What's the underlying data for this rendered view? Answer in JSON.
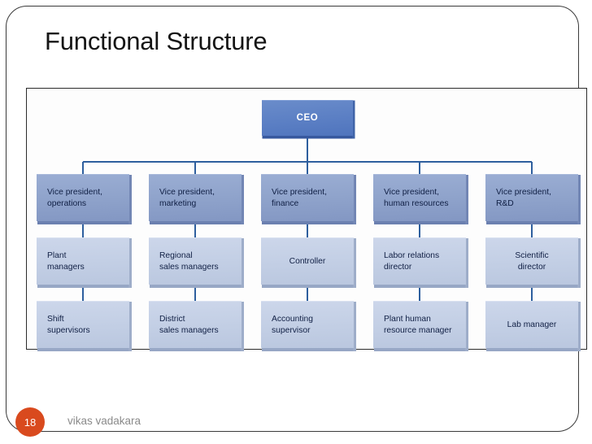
{
  "slide": {
    "title": "Functional Structure"
  },
  "footer": {
    "slide_number": "18",
    "author": "vikas vadakara",
    "badge_color": "#d94a1e",
    "author_color": "#8a8a8a"
  },
  "colors": {
    "ceo_box": "#5b7fc4",
    "vp_box": "#8fa3cb",
    "sub_box": "#c3cfe5",
    "connector_line": "#2e5f9e",
    "box_text_dark": "#101f44",
    "box_text_light": "#ffffff",
    "frame_border": "#2b2b2b"
  },
  "chart_data": {
    "type": "diagram",
    "title": "Functional Structure",
    "orientation": "top-down",
    "levels": 4,
    "root": {
      "id": "ceo",
      "label": "CEO",
      "level": 1,
      "align": "center"
    },
    "columns": [
      {
        "id": "operations",
        "nodes": [
          {
            "id": "vp-operations",
            "label": "Vice president,\noperations",
            "level": 2,
            "align": "left"
          },
          {
            "id": "plant-managers",
            "label": "Plant\nmanagers",
            "level": 3,
            "align": "left"
          },
          {
            "id": "shift-supervisors",
            "label": "Shift\nsupervisors",
            "level": 4,
            "align": "left"
          }
        ]
      },
      {
        "id": "marketing",
        "nodes": [
          {
            "id": "vp-marketing",
            "label": "Vice president,\nmarketing",
            "level": 2,
            "align": "left"
          },
          {
            "id": "regional-sales-managers",
            "label": "Regional\nsales managers",
            "level": 3,
            "align": "left"
          },
          {
            "id": "district-sales-managers",
            "label": "District\nsales managers",
            "level": 4,
            "align": "left"
          }
        ]
      },
      {
        "id": "finance",
        "nodes": [
          {
            "id": "vp-finance",
            "label": "Vice president,\nfinance",
            "level": 2,
            "align": "left"
          },
          {
            "id": "controller",
            "label": "Controller",
            "level": 3,
            "align": "center"
          },
          {
            "id": "accounting-supervisor",
            "label": "Accounting\nsupervisor",
            "level": 4,
            "align": "left"
          }
        ]
      },
      {
        "id": "human-resources",
        "nodes": [
          {
            "id": "vp-human-resources",
            "label": "Vice president,\nhuman resources",
            "level": 2,
            "align": "left"
          },
          {
            "id": "labor-relations-director",
            "label": "Labor relations\ndirector",
            "level": 3,
            "align": "left"
          },
          {
            "id": "plant-human-resource-manager",
            "label": "Plant human\nresource manager",
            "level": 4,
            "align": "left"
          }
        ]
      },
      {
        "id": "rd",
        "nodes": [
          {
            "id": "vp-rd",
            "label": "Vice president,\nR&D",
            "level": 2,
            "align": "left"
          },
          {
            "id": "scientific-director",
            "label": "Scientific\ndirector",
            "level": 3,
            "align": "center"
          },
          {
            "id": "lab-manager",
            "label": "Lab manager",
            "level": 4,
            "align": "center"
          }
        ]
      }
    ]
  }
}
